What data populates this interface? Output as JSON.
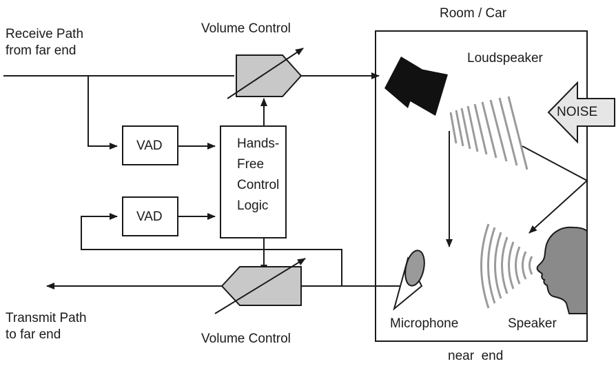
{
  "labels": {
    "receive_path": [
      "Receive Path",
      "from far end"
    ],
    "transmit_path": [
      "Transmit  Path",
      "to far end"
    ],
    "volume_control_top": "Volume Control",
    "volume_control_bottom": "Volume Control",
    "room": "Room / Car",
    "loudspeaker": "Loudspeaker",
    "noise": "NOISE",
    "microphone": "Microphone",
    "speaker": "Speaker",
    "near_end": "near  end"
  },
  "blocks": {
    "vad_top": "VAD",
    "vad_bottom": "VAD",
    "control_logic": [
      "Hands-",
      "Free",
      "Control",
      "Logic"
    ]
  },
  "colors": {
    "line": "#1a1a1a",
    "fill_gray": "#c8c8c8",
    "wave_gray": "#9a9a9a",
    "head_gray": "#8a8a8a",
    "noise_fill": "#e6e6e6"
  }
}
